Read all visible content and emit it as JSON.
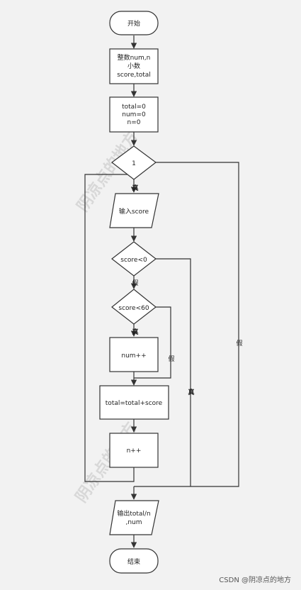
{
  "nodes": {
    "start": "开始",
    "declare_line1": "整数num,n",
    "declare_line2": "小数",
    "declare_line3": "score,total",
    "init_line1": "total=0",
    "init_line2": "num=0",
    "init_line3": "n=0",
    "loop_condition": "1",
    "input": "输入score",
    "cond_negative": "score<0",
    "cond_fail": "score<60",
    "num_inc": "num++",
    "total_add": "total=total+score",
    "n_inc": "n++",
    "output_line1": "输出total/n",
    "output_line2": ",num",
    "end": "结束"
  },
  "edge_labels": {
    "loop_true": "真",
    "loop_false": "假",
    "neg_true": "真",
    "neg_false": "假",
    "fail_true": "真",
    "fail_false": "假"
  },
  "watermark": {
    "text_1": "阴凉点的地方",
    "text_2": "阴凉点的地方"
  },
  "credit": "CSDN @阴凉点的地方"
}
